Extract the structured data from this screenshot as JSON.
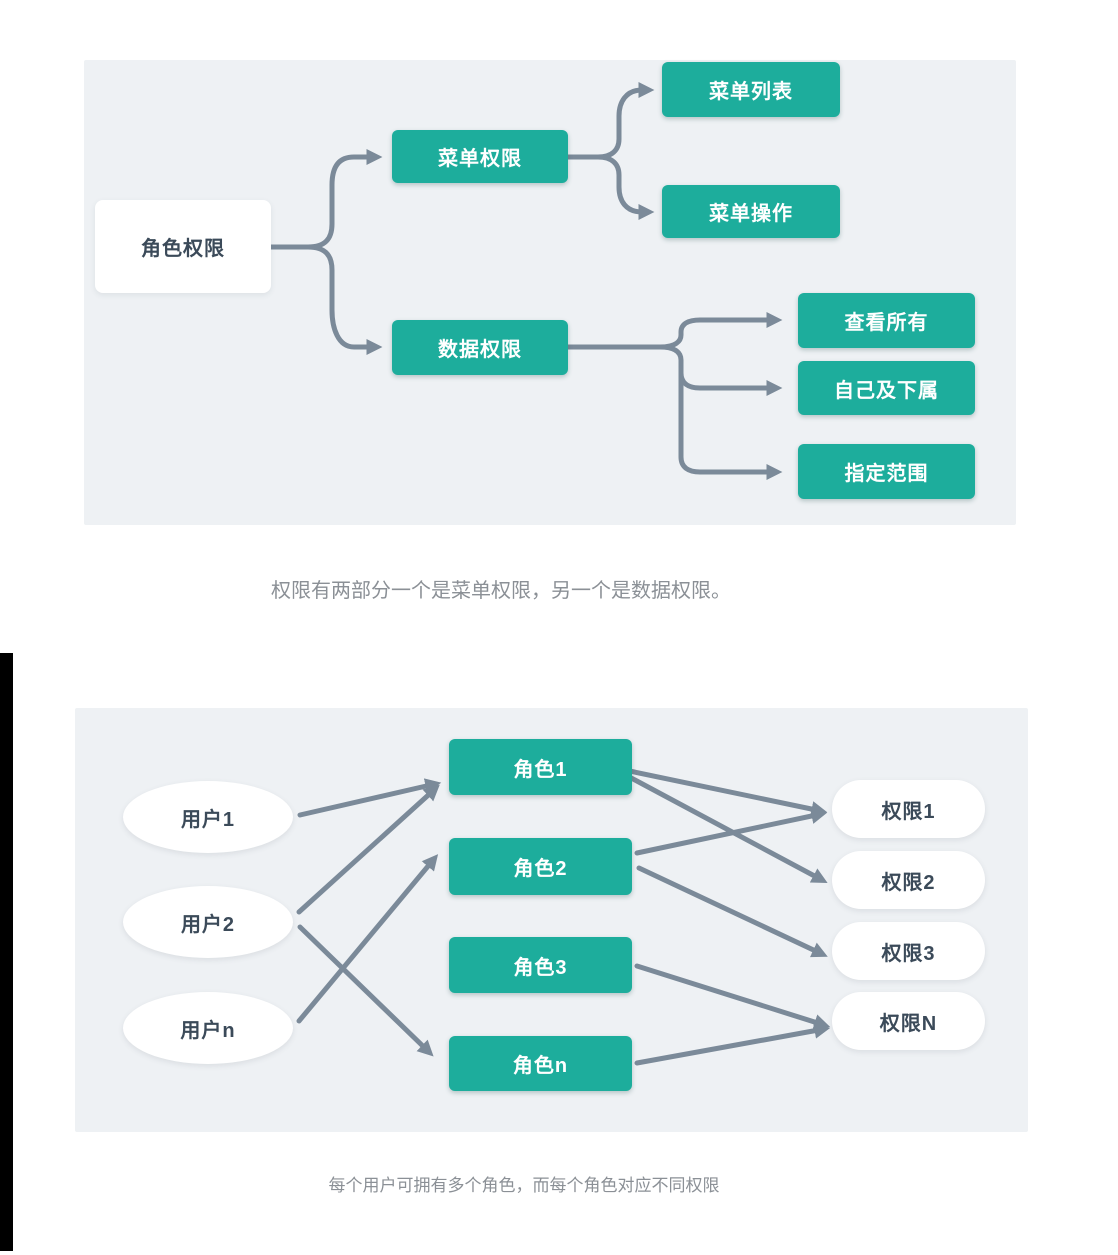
{
  "colors": {
    "teal_box": "#1dad9c",
    "panel_background": "#eef1f4",
    "connector_line": "#7b8a99",
    "dark_text": "#3b4a59",
    "caption_text": "#8b9096",
    "left_strip": "#000000"
  },
  "diagram1": {
    "root": "角色权限",
    "menu_permission": "菜单权限",
    "data_permission": "数据权限",
    "menu_list": "菜单列表",
    "menu_action": "菜单操作",
    "view_all": "查看所有",
    "self_and_subordinates": "自己及下属",
    "specified_range": "指定范围",
    "edges": [
      {
        "from": "角色权限",
        "to": "菜单权限"
      },
      {
        "from": "角色权限",
        "to": "数据权限"
      },
      {
        "from": "菜单权限",
        "to": "菜单列表"
      },
      {
        "from": "菜单权限",
        "to": "菜单操作"
      },
      {
        "from": "数据权限",
        "to": "查看所有"
      },
      {
        "from": "数据权限",
        "to": "自己及下属"
      },
      {
        "from": "数据权限",
        "to": "指定范围"
      }
    ],
    "caption": "权限有两部分一个是菜单权限，另一个是数据权限。"
  },
  "diagram2": {
    "users": [
      {
        "label": "用户1"
      },
      {
        "label": "用户2"
      },
      {
        "label": "用户n"
      }
    ],
    "roles": [
      {
        "label": "角色1"
      },
      {
        "label": "角色2"
      },
      {
        "label": "角色3"
      },
      {
        "label": "角色n"
      }
    ],
    "permissions": [
      {
        "label": "权限1"
      },
      {
        "label": "权限2"
      },
      {
        "label": "权限3"
      },
      {
        "label": "权限N"
      }
    ],
    "edges": [
      {
        "from": "用户1",
        "to": "角色1"
      },
      {
        "from": "用户2",
        "to": "角色1"
      },
      {
        "from": "用户2",
        "to": "角色n"
      },
      {
        "from": "用户n",
        "to": "角色2"
      },
      {
        "from": "角色1",
        "to": "权限1"
      },
      {
        "from": "角色1",
        "to": "权限2"
      },
      {
        "from": "角色2",
        "to": "权限1"
      },
      {
        "from": "角色2",
        "to": "权限3"
      },
      {
        "from": "角色3",
        "to": "权限N"
      },
      {
        "from": "角色n",
        "to": "权限N"
      }
    ],
    "caption": "每个用户可拥有多个角色，而每个角色对应不同权限"
  }
}
